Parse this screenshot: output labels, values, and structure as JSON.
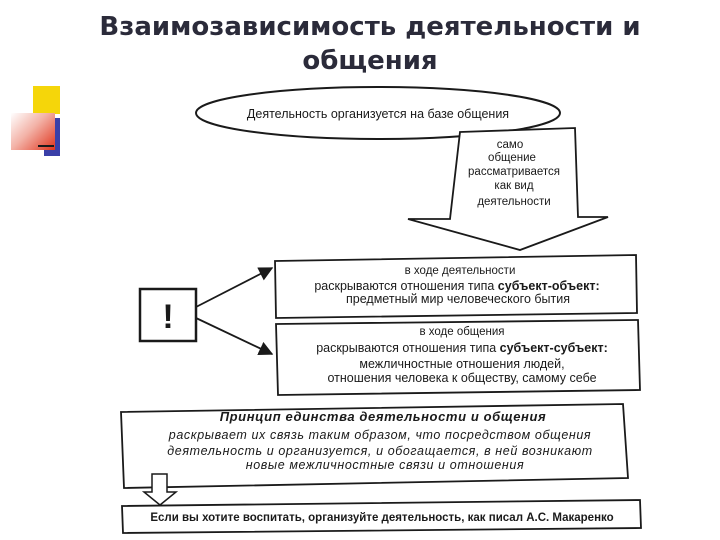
{
  "title": {
    "line1": "Взаимозависимость деятельности и",
    "line2": "общения"
  },
  "colors": {
    "accent_yellow": "#f5d60a",
    "accent_red": "#e0341c",
    "accent_blue": "#3a3fa8"
  },
  "diagram": {
    "ellipse_text": "Деятельность организуется на базе общения",
    "arrow_text": [
      "само",
      "общение",
      "рассматривается",
      "как вид",
      "деятельности"
    ],
    "exclamation": "!",
    "box1": {
      "line1": "в ходе деятельности",
      "line2_prefix": "раскрываются отношения типа ",
      "line2_bold": "субъект-объект:",
      "line3": "предметный мир человеческого бытия"
    },
    "box2": {
      "line1": "в ходе общения",
      "line2_prefix": "раскрываются отношения типа ",
      "line2_bold": "субъект-субъект:",
      "line3": "межличностные отношения людей,",
      "line4": "отношения человека к обществу, самому себе"
    },
    "principle": {
      "heading": "Принцип единства деятельности и общения",
      "line1": "раскрывает их связь таким образом, что посредством общения",
      "line2": "деятельность и организуется, и обогащается, в ней возникают",
      "line3": "новые межличностные связи и отношения"
    },
    "bottom_text": "Если вы хотите воспитать, организуйте деятельность, как писал А.С. Макаренко"
  }
}
